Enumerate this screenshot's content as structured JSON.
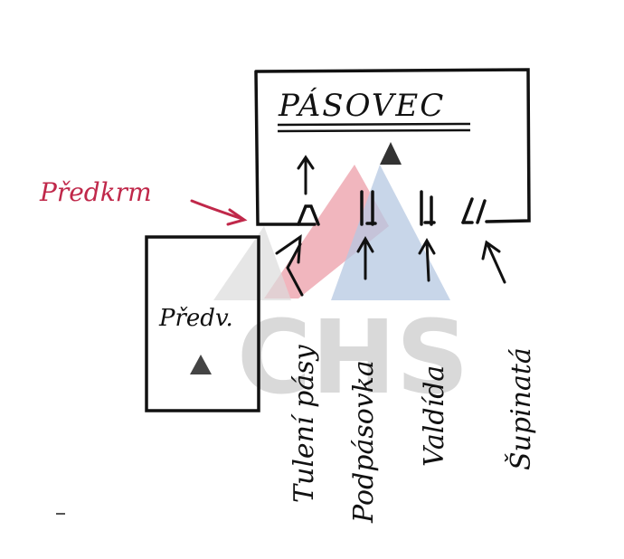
{
  "diagram": {
    "main_box": {
      "title": "PÁSOVEC"
    },
    "side_box": {
      "label": "Předv."
    },
    "pointer": {
      "label": "Předkrm"
    },
    "cuts": [
      {
        "label": "Tulení pásy"
      },
      {
        "label": "Podpásovka"
      },
      {
        "label": "Valdída"
      },
      {
        "label": "Šupinatá"
      }
    ]
  },
  "watermark": {
    "text": "CHS"
  },
  "colors": {
    "ink": "#111111",
    "pointer": "#c0284a",
    "watermark_red": "#e98e99",
    "watermark_blue": "#a9bfdc",
    "watermark_gray": "#c9c9c9"
  }
}
